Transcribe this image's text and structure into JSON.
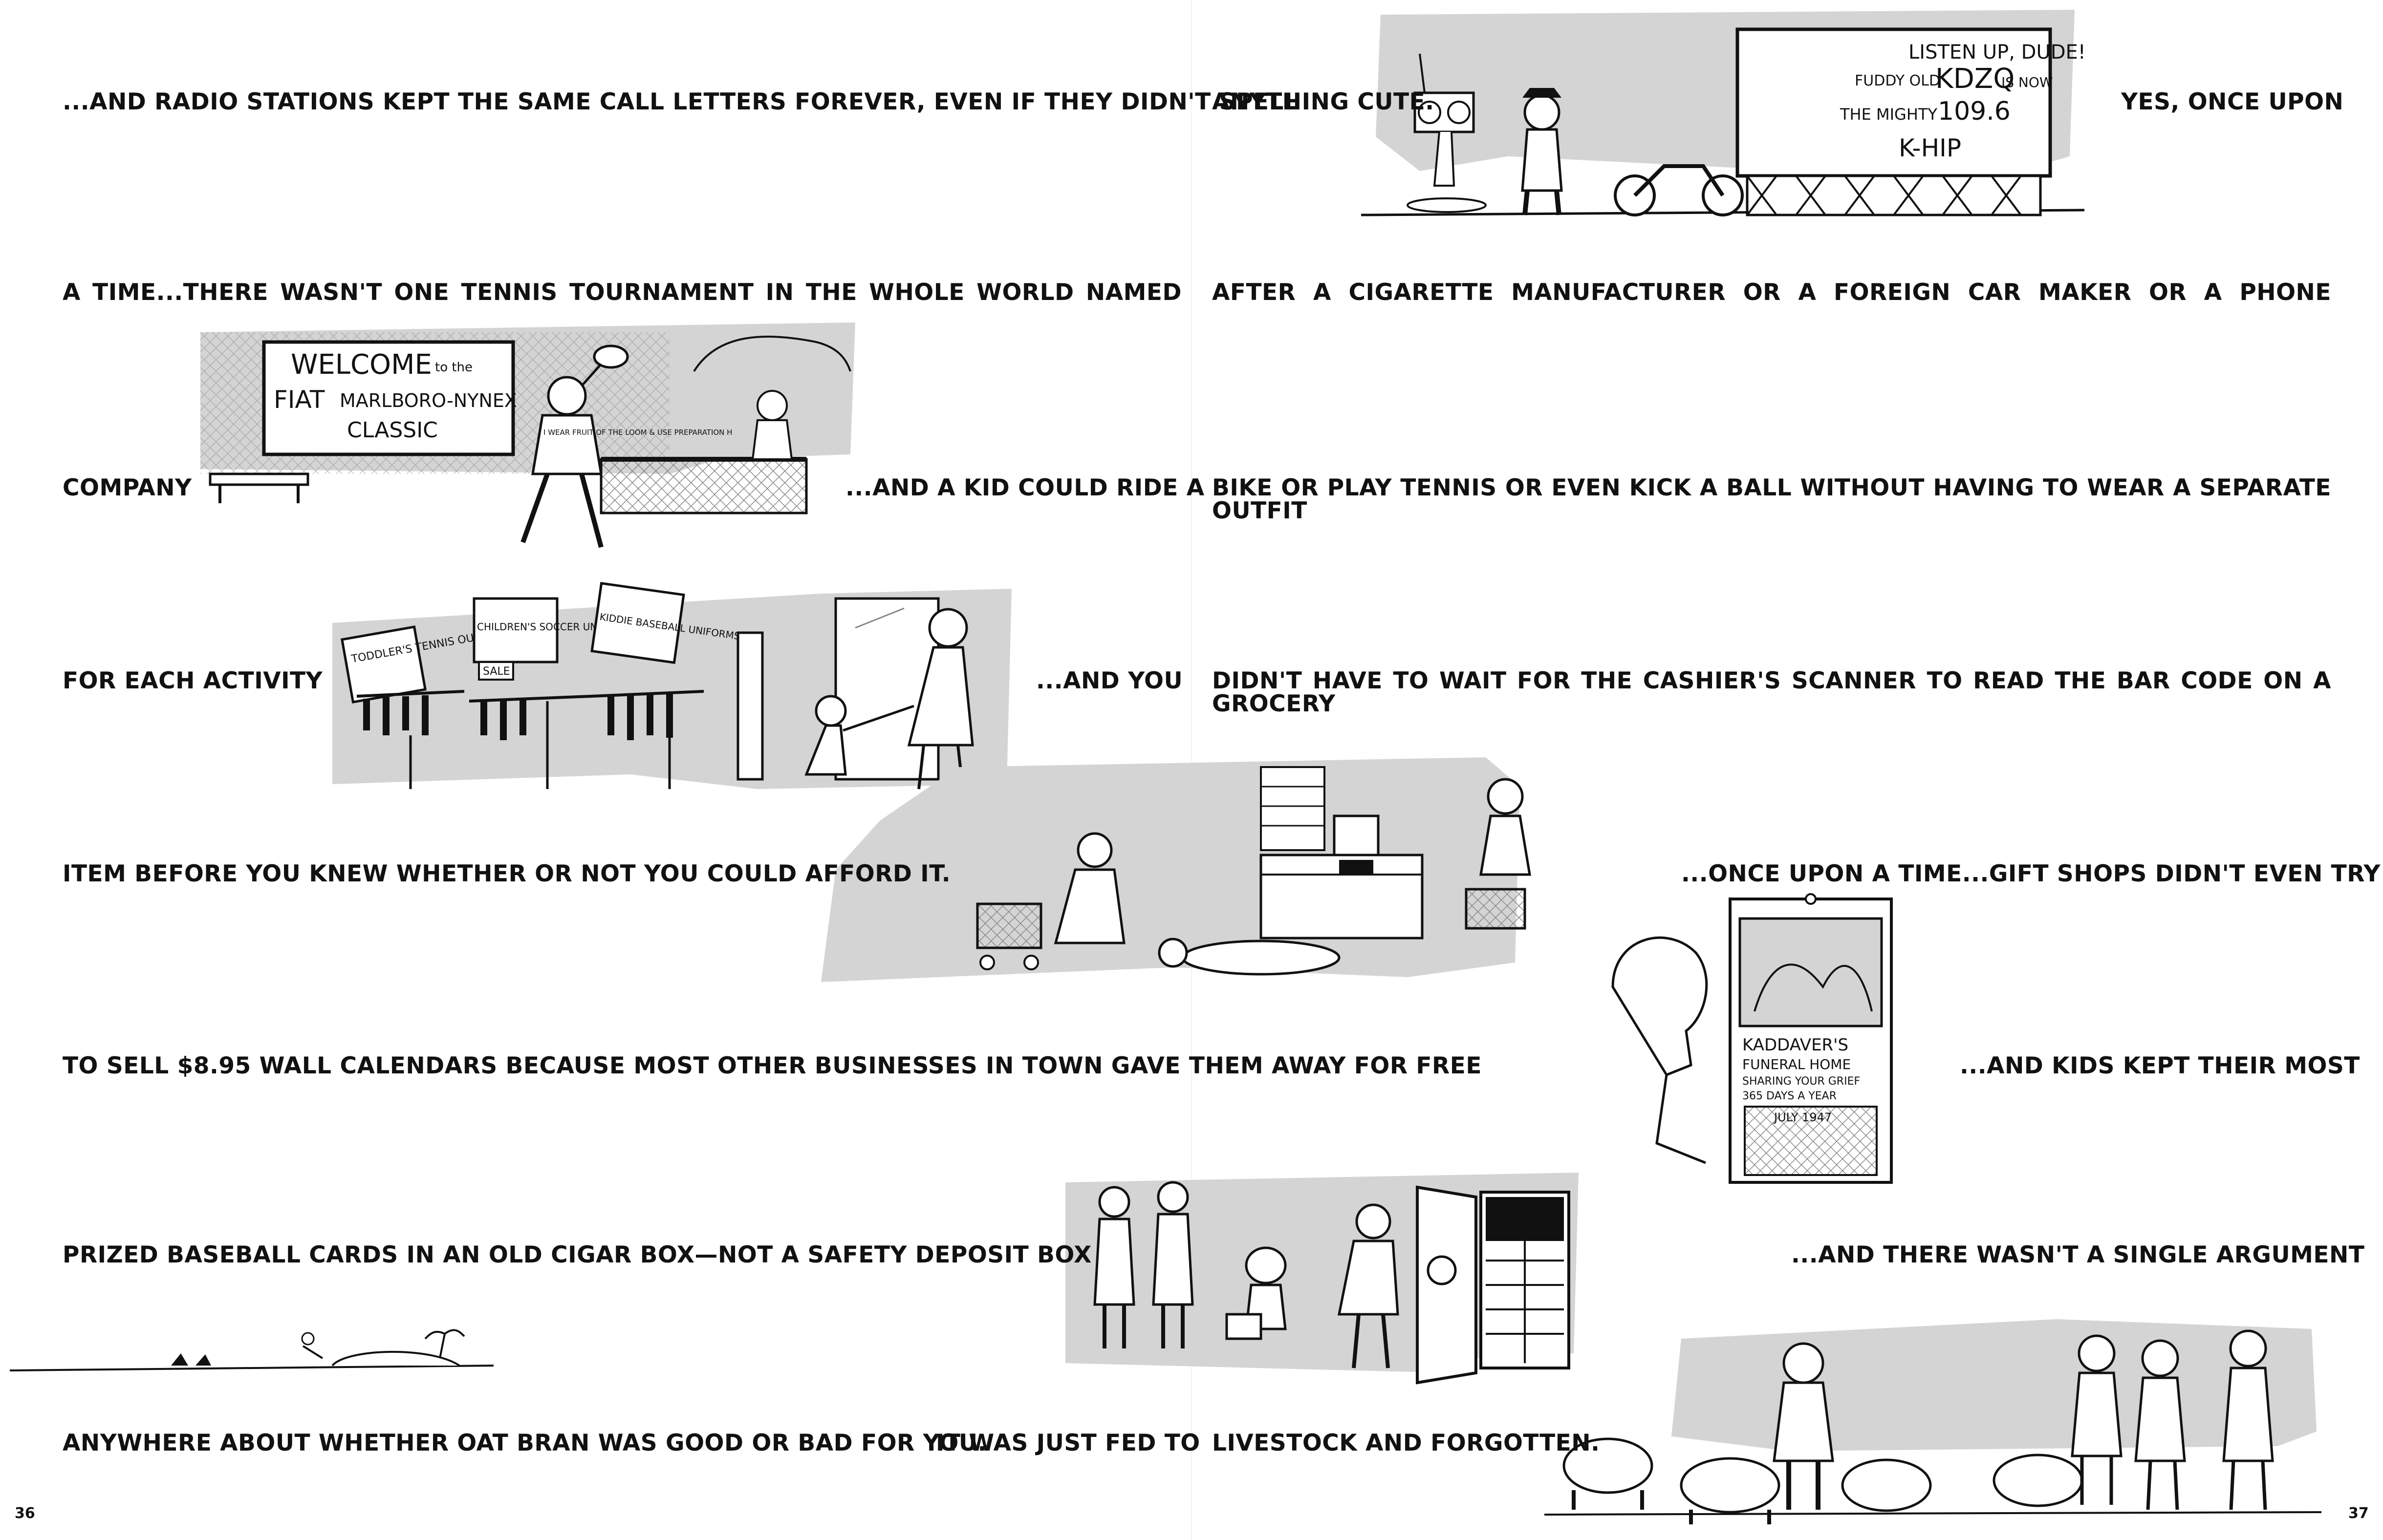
{
  "left_page": {
    "lines": [
      "...AND RADIO STATIONS KEPT THE SAME CALL LETTERS FOREVER, EVEN IF THEY DIDN'T SPELL",
      "A TIME...THERE WASN'T ONE TENNIS TOURNAMENT IN THE WHOLE WORLD NAMED",
      "COMPANY",
      "...AND A KID COULD RIDE A",
      "FOR EACH ACTIVITY",
      "...AND YOU",
      "ITEM BEFORE YOU KNEW WHETHER OR NOT YOU COULD AFFORD IT.",
      "TO SELL $8.95 WALL CALENDARS BECAUSE MOST OTHER BUSINESSES IN TOWN GAVE THEM AWAY FOR FREE",
      "PRIZED BASEBALL CARDS IN AN OLD CIGAR BOX—NOT A SAFETY DEPOSIT BOX",
      "ANYWHERE ABOUT WHETHER OAT BRAN WAS GOOD OR BAD FOR YOU.",
      "IT WAS JUST FED TO"
    ],
    "page_number": "36"
  },
  "right_page": {
    "lines": [
      "ANYTHING CUTE.",
      "YES, ONCE UPON",
      "AFTER A CIGARETTE MANUFACTURER OR A FOREIGN CAR MAKER OR A PHONE",
      "BIKE OR PLAY TENNIS OR EVEN KICK A BALL WITHOUT HAVING TO WEAR A SEPARATE OUTFIT",
      "DIDN'T HAVE TO WAIT FOR THE CASHIER'S SCANNER TO READ THE BAR CODE ON A GROCERY",
      "...ONCE UPON A TIME...GIFT SHOPS DIDN'T EVEN TRY",
      "...AND KIDS KEPT THEIR MOST",
      "...AND THERE WASN'T A SINGLE ARGUMENT",
      "LIVESTOCK AND FORGOTTEN."
    ],
    "page_number": "37"
  },
  "illustrations": {
    "radio_billboard": [
      "LISTEN UP, DUDE!",
      "FUDDY OLD",
      "KDZQ",
      "IS NOW",
      "THE MIGHTY",
      "109.6",
      "K-HIP"
    ],
    "tennis_banner": [
      "WELCOME",
      "to the",
      "FIAT",
      "MARLBORO-NYNEX",
      "CLASSIC"
    ],
    "tennis_shirt": "I WEAR FRUIT OF THE LOOM & USE PREPARATION H",
    "store_signs": [
      "TODDLER'S TENNIS OUTFITS",
      "CHILDREN'S SOCCER UNIFORMS",
      "KIDDIE BASEBALL UNIFORMS",
      "SALE"
    ],
    "calendar": [
      "KADDAVER'S",
      "FUNERAL HOME",
      "SHARING YOUR GRIEF",
      "365 DAYS A YEAR",
      "JULY 1947"
    ]
  },
  "colors": {
    "ink": "#111111",
    "panel_gray": "#d4d4d4",
    "paper": "#ffffff"
  }
}
